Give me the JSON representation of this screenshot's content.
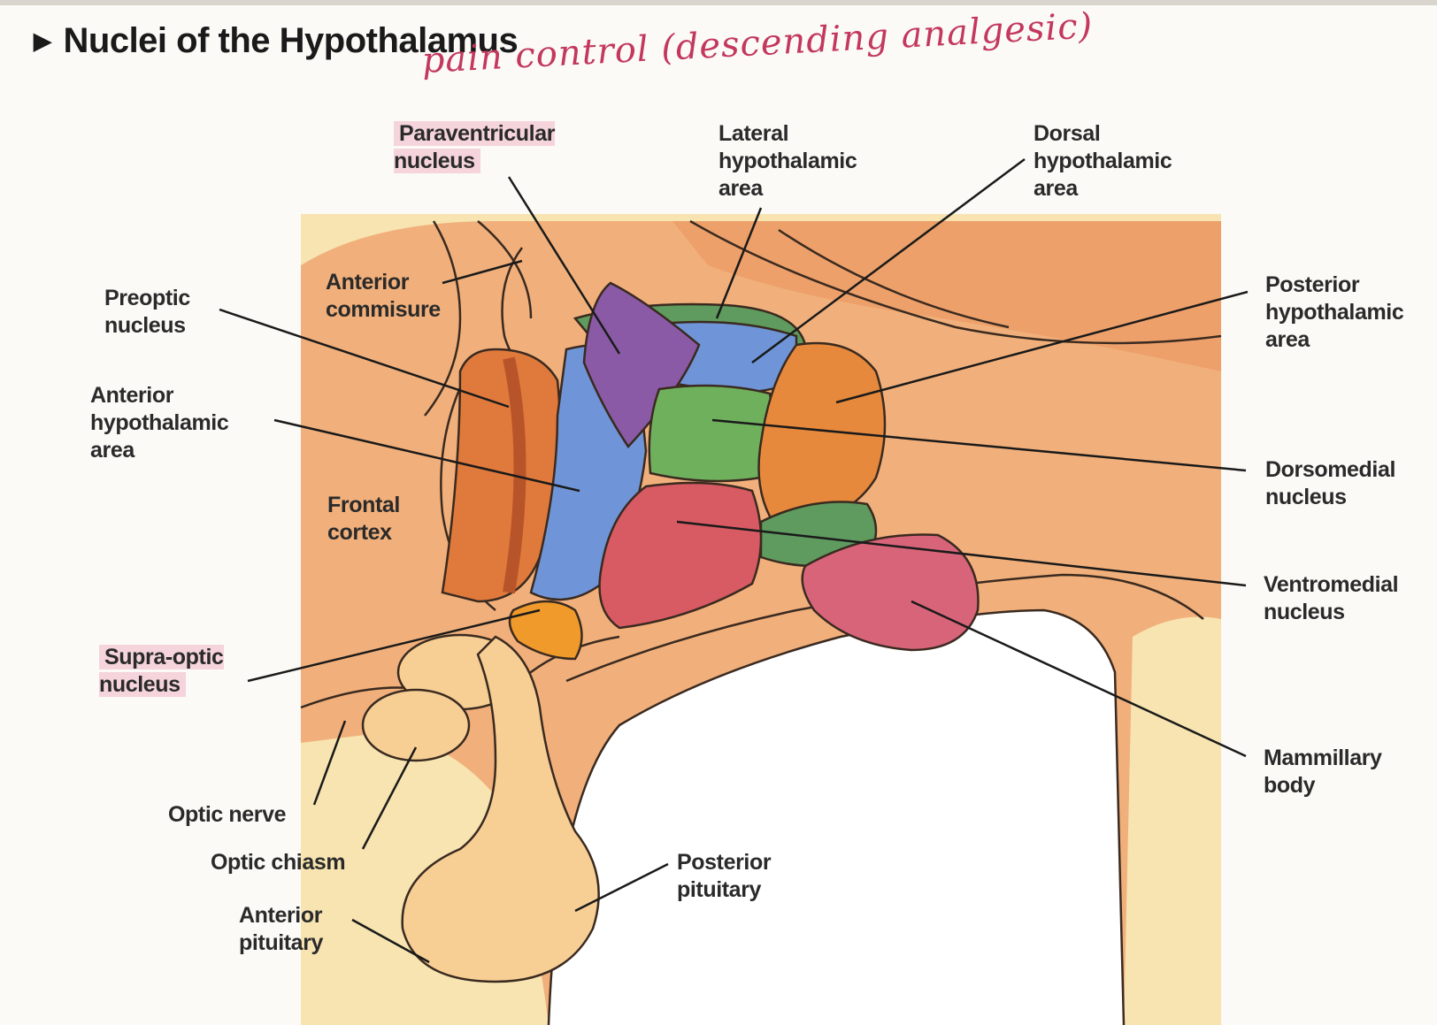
{
  "title": "Nuclei of the Hypothalamus",
  "handwritten_note": "pain control (descending analgesic)",
  "labels": {
    "paraventricular": "Paraventricular\nnucleus",
    "lateral": "Lateral\nhypothalamic\narea",
    "dorsal": "Dorsal\nhypothalamic\narea",
    "anterior_commisure": "Anterior\ncommisure",
    "preoptic": "Preoptic\nnucleus",
    "posterior_hypo": "Posterior\nhypothalamic\narea",
    "anterior_hypo": "Anterior\nhypothalamic\narea",
    "dorsomedial": "Dorsomedial\nnucleus",
    "frontal_cortex": "Frontal\ncortex",
    "ventromedial": "Ventromedial\nnucleus",
    "supraoptic": "Supra-optic\nnucleus",
    "mammillary": "Mammillary\nbody",
    "optic_nerve": "Optic nerve",
    "optic_chiasm": "Optic chiasm",
    "posterior_pituitary": "Posterior\npituitary",
    "anterior_pituitary": "Anterior\npituitary"
  },
  "highlighted": [
    "Paraventricular nucleus",
    "Supra-optic nucleus"
  ],
  "colors": {
    "highlight": "#ec8ca5",
    "annotation_ink": "#c3385c",
    "background_tissue": "#f1b27f",
    "pale_tissue": "#f7e3b0",
    "preoptic": "#e07a3c",
    "anterior_hypothalamic": "#6f95d8",
    "paraventricular": "#8a5aa6",
    "lateral": "#5f9a5e",
    "dorsomedial": "#6fb05d",
    "posterior": "#e6893c",
    "ventromedial": "#d85a62",
    "mammillary": "#d8647a",
    "supraoptic": "#ef9a2a"
  }
}
